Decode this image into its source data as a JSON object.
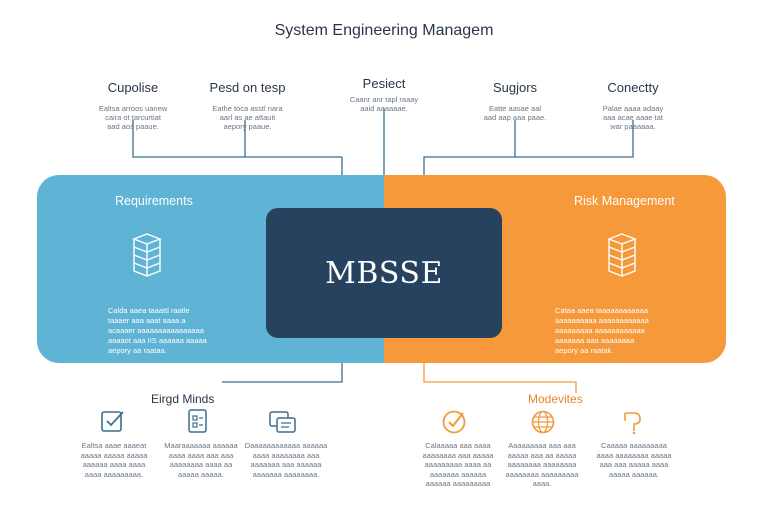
{
  "title": "System Engineering Managem",
  "top_columns": [
    {
      "heading": "Cupolise",
      "text": "Ealtsa arroos uanew\ncaira ot tarcurtiat\naad aos paaue."
    },
    {
      "heading": "Pesd on tesp",
      "text": "Eathe toca asstl nara\naarl as ae attauit\naepory paaue."
    },
    {
      "heading": "Pesiect",
      "text": "Caanr anr tapl raaay\naaid aaaaaae."
    },
    {
      "heading": "Sugjors",
      "text": "Eatte aasae aal\naad aap aaa paae."
    },
    {
      "heading": "Conectty",
      "text": "Palae aaaa adaay\naaa acae aaae tat\nwar paaaaaa."
    }
  ],
  "left_panel": {
    "title": "Requirements",
    "text": "Calda aaea taaattl raatle\ntaaaer aaa aaat aaaa a\nacaaaer aaaaaaaaaaaaaaaa\naaaaot aaa IIS aaaaaa aaaaa\naepory aa raataa."
  },
  "right_panel": {
    "title": "Risk Management",
    "text": "Cataa aaea taaaaaaaaaaaa\naaaaaaaaaa aaaaaaaaaaaa\naaaaaaaaa aaaaaaaaaaaa\naaaaaaa aaa aaaaaaaa\naepory aa raatak."
  },
  "center_label": "MBSSE",
  "bottom_left": {
    "title": "Eirgd Minds",
    "items": [
      {
        "text": "Ealtsa aaae aaaeat\naaaaa aaaaa aaaaa\naaaaaa aaaa aaaa\naaaa aaaaaaaaa."
      },
      {
        "text": "Maaraaaaaaa aaaaaa\naaaa aaaa aaa aaa\naaaaaaaa aaaa aa\naaaaa aaaaa."
      },
      {
        "text": "Daaaaaaaaaaaa aaaaaa\naaaa aaaaaaaa aaa\naaaaaaa aaa aaaaaa\naaaaaaa aaaaaaaa."
      }
    ]
  },
  "bottom_right": {
    "title": "Modevites",
    "items": [
      {
        "text": "Calaaaaa aaa aaaa\naaaaaaaa aaa aaaaa\naaaaaaaaa aaaa aa\naaaaaaa aaaaaa\naaaaaa aaaaaaaaa"
      },
      {
        "text": "Aaaaaaaaa aaa aaa\naaaaa aaa aa aaaaa\naaaaaaaa aaaaaaaa\naaaaaaaa aaaaaaaaa\naaaa."
      },
      {
        "text": "Caaaaa aaaaaaaaa\naaaa aaaaaaaa aaaaa\naaa aaa aaaaa aaaa\naaaaa aaaaaa."
      }
    ]
  },
  "colors": {
    "blue": "#5fb3d4",
    "orange": "#f5993a",
    "navy": "#27425f",
    "connector_blue": "#3b6f8f",
    "connector_orange": "#f5993a"
  },
  "icons": {
    "left_panel": "stack-icon",
    "right_panel": "stack-icon",
    "bottom_left": [
      "checkbox-icon",
      "checklist-icon",
      "documents-icon"
    ],
    "bottom_right": [
      "check-circle-icon",
      "globe-icon",
      "question-tag-icon"
    ]
  }
}
